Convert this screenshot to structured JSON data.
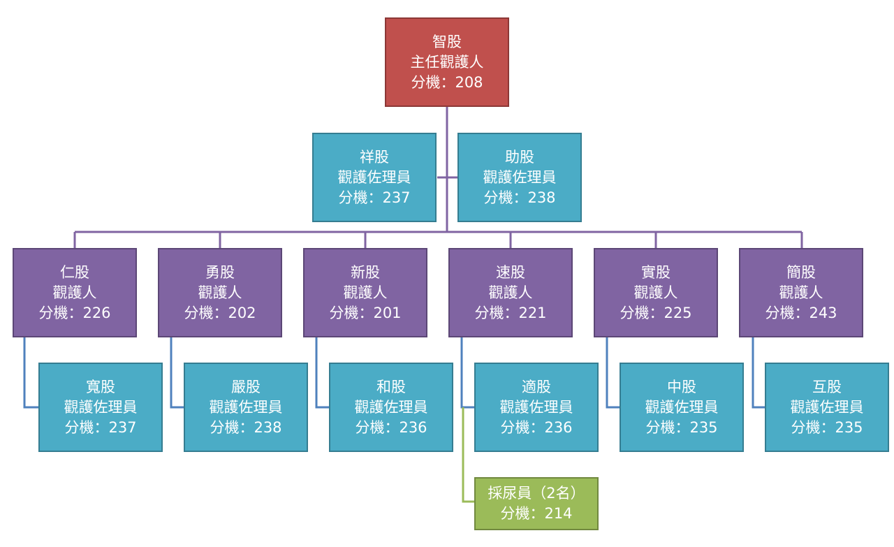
{
  "nodes": {
    "head": {
      "name": "智股",
      "role": "主任觀護人",
      "ext": "分機：208"
    },
    "asst1": {
      "name": "祥股",
      "role": "觀護佐理員",
      "ext": "分機：237"
    },
    "asst2": {
      "name": "助股",
      "role": "觀護佐理員",
      "ext": "分機：238"
    },
    "officers": [
      {
        "name": "仁股",
        "role": "觀護人",
        "ext": "分機：226"
      },
      {
        "name": "勇股",
        "role": "觀護人",
        "ext": "分機：202"
      },
      {
        "name": "新股",
        "role": "觀護人",
        "ext": "分機：201"
      },
      {
        "name": "速股",
        "role": "觀護人",
        "ext": "分機：221"
      },
      {
        "name": "實股",
        "role": "觀護人",
        "ext": "分機：225"
      },
      {
        "name": "簡股",
        "role": "觀護人",
        "ext": "分機：243"
      }
    ],
    "assistants": [
      {
        "name": "寬股",
        "role": "觀護佐理員",
        "ext": "分機：237"
      },
      {
        "name": "嚴股",
        "role": "觀護佐理員",
        "ext": "分機：238"
      },
      {
        "name": "和股",
        "role": "觀護佐理員",
        "ext": "分機：236"
      },
      {
        "name": "適股",
        "role": "觀護佐理員",
        "ext": "分機：236"
      },
      {
        "name": "中股",
        "role": "觀護佐理員",
        "ext": "分機：235"
      },
      {
        "name": "互股",
        "role": "觀護佐理員",
        "ext": "分機：235"
      }
    ],
    "urine": {
      "role": "採尿員（2名）",
      "ext": "分機：214"
    }
  },
  "colors": {
    "head": "#c0504d",
    "assistant": "#4bacc6",
    "officer": "#8064a2",
    "urine": "#9bbb59"
  }
}
